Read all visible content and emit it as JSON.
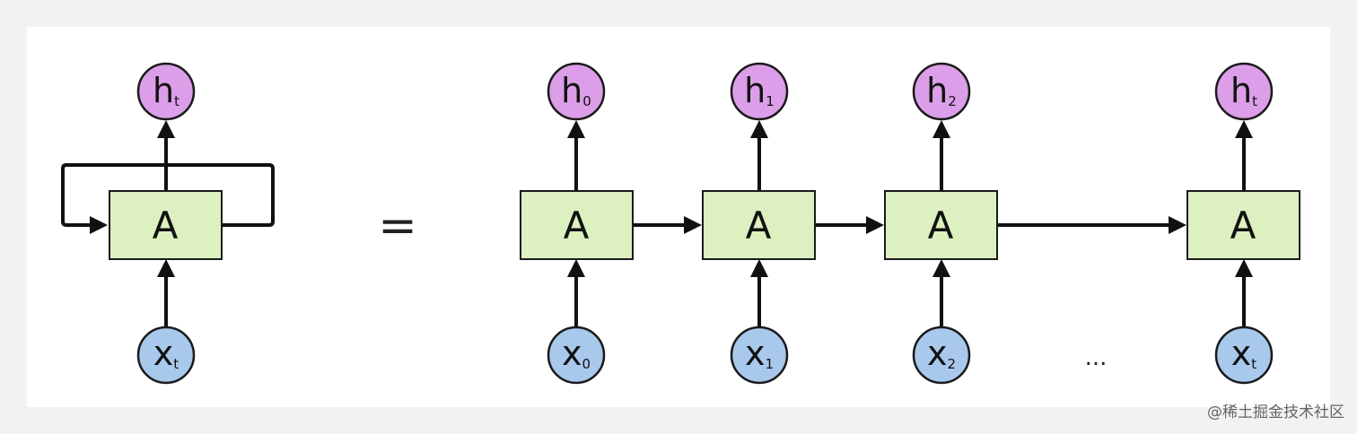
{
  "diagram": {
    "folded": {
      "cell_label": "A",
      "output": {
        "main": "h",
        "sub": "t"
      },
      "input": {
        "main": "x",
        "sub": "t"
      }
    },
    "equals_sign": "=",
    "unrolled": [
      {
        "cell_label": "A",
        "output": {
          "main": "h",
          "sub": "0"
        },
        "input": {
          "main": "x",
          "sub": "0"
        }
      },
      {
        "cell_label": "A",
        "output": {
          "main": "h",
          "sub": "1"
        },
        "input": {
          "main": "x",
          "sub": "1"
        }
      },
      {
        "cell_label": "A",
        "output": {
          "main": "h",
          "sub": "2"
        },
        "input": {
          "main": "x",
          "sub": "2"
        }
      },
      {
        "cell_label": "A",
        "output": {
          "main": "h",
          "sub": "t"
        },
        "input": {
          "main": "x",
          "sub": "t"
        }
      }
    ],
    "ellipsis": "...",
    "colors": {
      "cell_fill": "#dcf0c0",
      "output_fill": "#dc9ee8",
      "input_fill": "#a8c8ec",
      "stroke": "#111111"
    }
  },
  "watermark": "@稀土掘金技术社区"
}
